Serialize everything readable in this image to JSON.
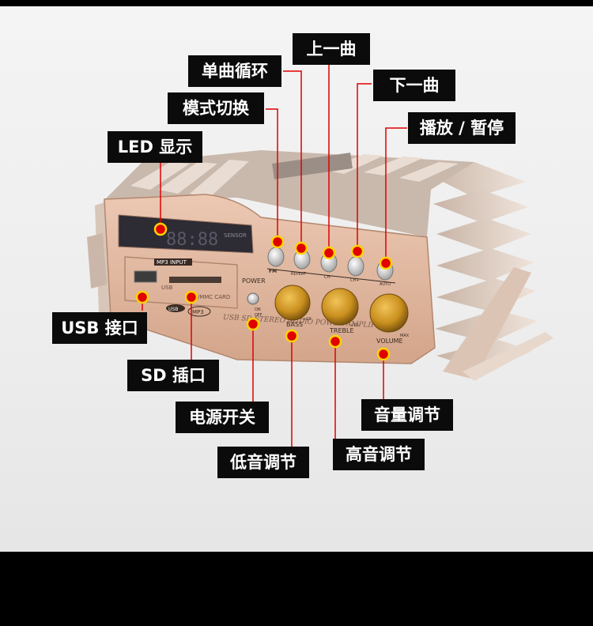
{
  "colors": {
    "frame": "#000000",
    "background": "#efefef",
    "marker_fill": "#e00000",
    "marker_ring": "#ffd400",
    "leader_line": "#e00000",
    "callout_bg": "#0b0b0b",
    "callout_text": "#ffffff",
    "device_body": "#e0b79f",
    "knob": "#c98f1e"
  },
  "callouts": {
    "prev_track": "上一曲",
    "single_loop": "单曲循环",
    "next_track": "下一曲",
    "mode_switch": "模式切换",
    "play_pause": "播放 / 暂停",
    "led_display": "LED 显示",
    "usb_port": "USB 接口",
    "sd_slot": "SD 插口",
    "power_switch": "电源开关",
    "volume_control": "音量调节",
    "bass_control": "低音调节",
    "treble_control": "高音调节"
  },
  "device_labels": {
    "mp3_input": "MP3 INPUT",
    "sensor": "SENSOR",
    "led_digits": "88:88",
    "usb": "USB",
    "sd_card": "SD/MMC CARD",
    "power": "POWER",
    "on": "ON",
    "off": "OFF",
    "bass": "BASS",
    "treble": "TREBLE",
    "volume": "VOLUME",
    "max": "MAX",
    "plus10": "+10",
    "fm": "FM",
    "repeat": "REPEAT",
    "ch_minus": "CH-",
    "ch_plus": "CH+",
    "auto": "AUTO",
    "usb_badge": "USB",
    "mp3_badge": "MP3",
    "front_text": "USB SD STEREO AUDIO POWER AMPLIFIER"
  }
}
